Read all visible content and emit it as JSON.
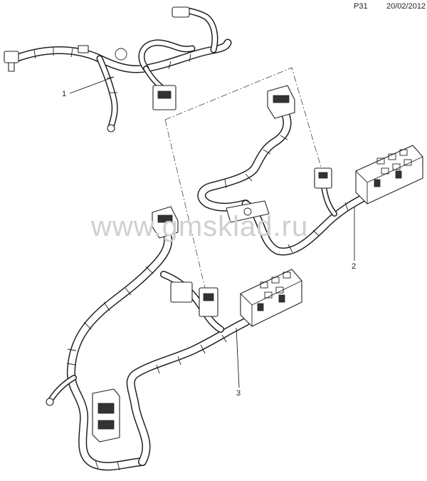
{
  "header": {
    "page_code": "P31",
    "date": "20/02/2012"
  },
  "watermark": "www.gmsklad.ru",
  "callouts": [
    {
      "label": "1"
    },
    {
      "label": "2"
    },
    {
      "label": "3"
    }
  ]
}
